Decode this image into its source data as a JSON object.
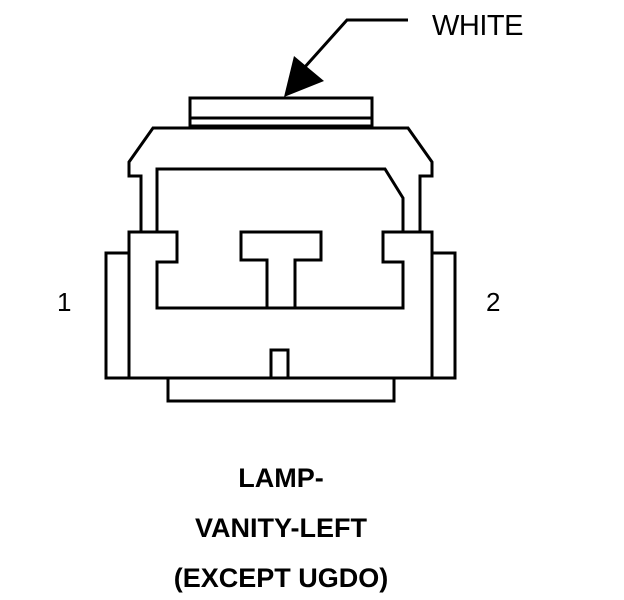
{
  "callout": {
    "color_label": "WHITE"
  },
  "pins": {
    "pin1": "1",
    "pin2": "2"
  },
  "caption": {
    "line1": "LAMP-",
    "line2": "VANITY-LEFT",
    "line3": "(EXCEPT UGDO)"
  },
  "colors": {
    "ink": "#000000",
    "background": "#ffffff"
  }
}
